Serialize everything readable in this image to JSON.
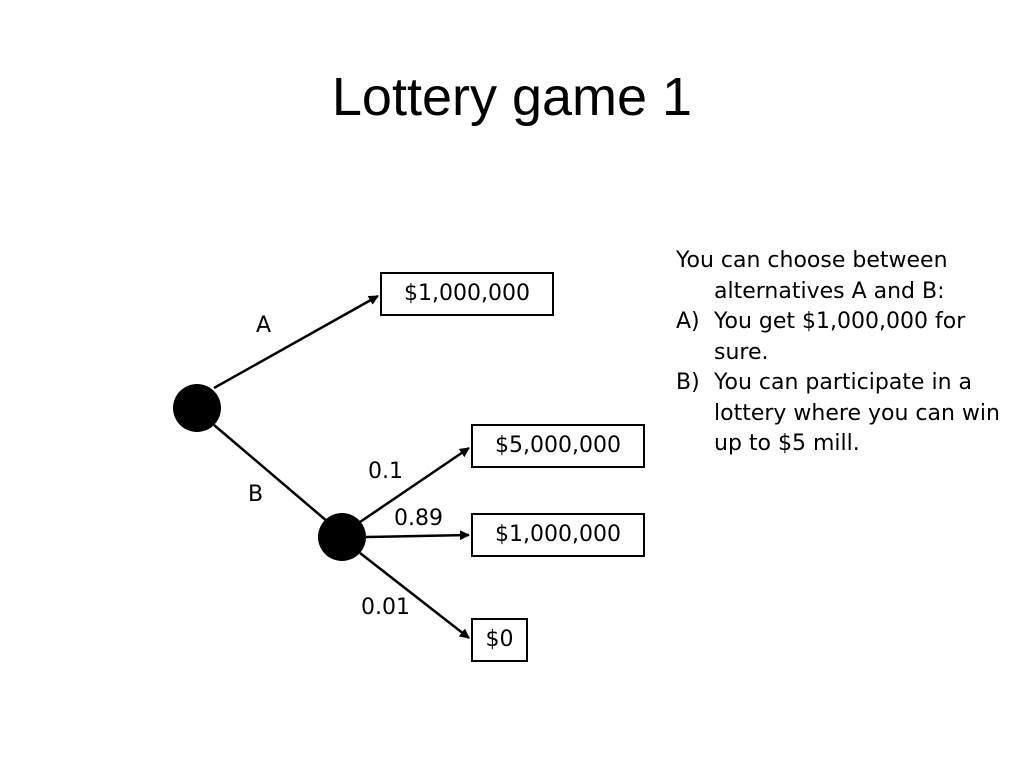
{
  "title": "Lottery game 1",
  "tree": {
    "branches": {
      "a": "A",
      "b": "B"
    },
    "probabilities": {
      "p1": "0.1",
      "p2": "0.89",
      "p3": "0.01"
    },
    "outcomes": {
      "a_sure": "$1,000,000",
      "b_high": "$5,000,000",
      "b_mid": "$1,000,000",
      "b_zero": "$0"
    }
  },
  "description": {
    "intro": "You can choose between alternatives A and B:",
    "alternatives": [
      {
        "marker": "A)",
        "text": "You get $1,000,000 for sure."
      },
      {
        "marker": "B)",
        "text": "You can participate in a lottery where you can win up to $5 mill."
      }
    ]
  }
}
